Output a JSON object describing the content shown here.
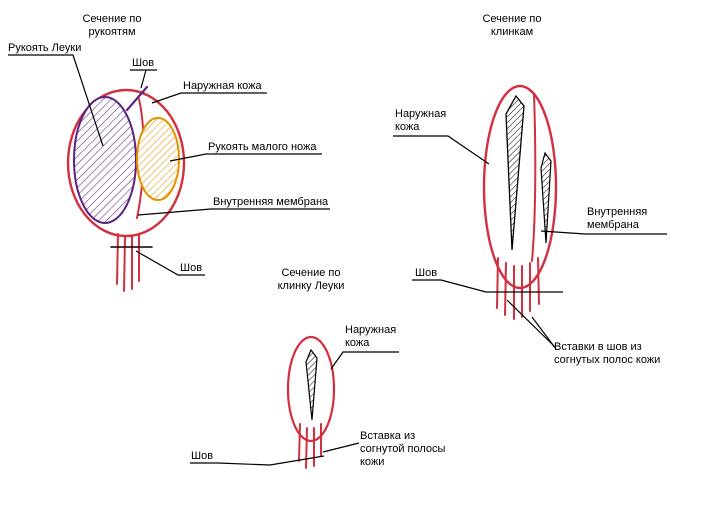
{
  "titles": {
    "handles_section": "Сечение по\nрукоятям",
    "blades_section": "Сечение по\nклинкам",
    "leuku_blade_section": "Сечение по\nклинку Леуки"
  },
  "labels": {
    "leuku_handle": "Рукоять Леуки",
    "seam_handles_top": "Шов",
    "outer_leather_handles": "Наружная кожа",
    "small_knife_handle": "Рукоять малого ножа",
    "inner_membrane_handles": "Внутренняя мембрана",
    "seam_handles_bottom": "Шов",
    "outer_leather_blades": "Наружная\nкожа",
    "inner_membrane_blades": "Внутренняя\nмембрана",
    "seam_blades": "Шов",
    "seam_inserts_blades": "Вставки в шов из\nсогнутых полос кожи",
    "outer_leather_leuku": "Наружная\nкожа",
    "seam_leuku": "Шов",
    "insert_leuku": "Вставка из\nсогнутой полосы\nкожи"
  },
  "colors": {
    "sheath_red": "#d22f3f",
    "handle_purple": "#5a2382",
    "handle_orange": "#e89200",
    "line_black": "#000000"
  }
}
